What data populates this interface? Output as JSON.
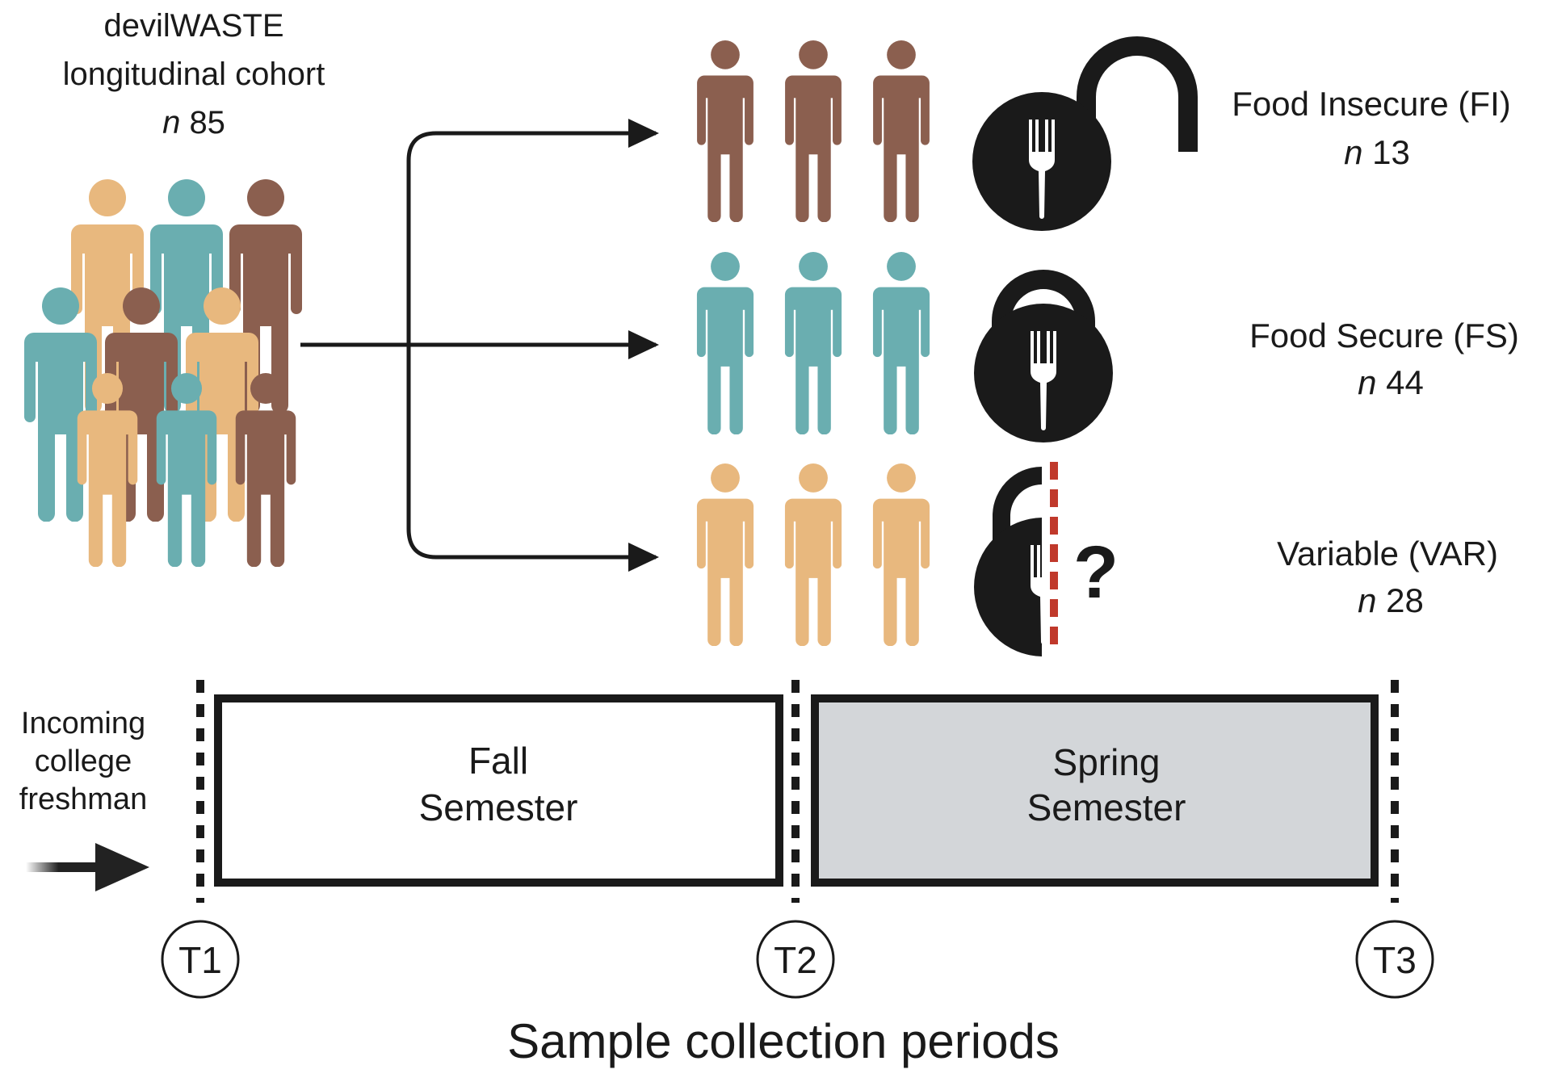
{
  "cohort": {
    "title_line1": "devilWASTE",
    "title_line2": "longitudinal cohort",
    "n_prefix": "n",
    "n_value": "85"
  },
  "groups": [
    {
      "label": "Food Insecure (FI)",
      "n_prefix": "n",
      "n_value": "13",
      "color": "#8b5f4f",
      "lock_state": "open"
    },
    {
      "label": "Food Secure (FS)",
      "n_prefix": "n",
      "n_value": "44",
      "color": "#6aaeb0",
      "lock_state": "closed"
    },
    {
      "label": "Variable (VAR)",
      "n_prefix": "n",
      "n_value": "28",
      "color": "#e8b87e",
      "lock_state": "half-open",
      "marker": "?"
    }
  ],
  "timeline": {
    "entry_lines": [
      "Incoming",
      "college",
      "freshman"
    ],
    "semesters": [
      {
        "line1": "Fall",
        "line2": "Semester",
        "fill": "#ffffff"
      },
      {
        "line1": "Spring",
        "line2": "Semester",
        "fill": "#d3d6d9"
      }
    ],
    "timepoints": [
      "T1",
      "T2",
      "T3"
    ],
    "caption": "Sample collection periods"
  },
  "colors": {
    "brown": "#8b5f4f",
    "teal": "#6aaeb0",
    "tan": "#e8b87e",
    "lock": "#1a1a1a",
    "red_dash": "#c0392b"
  }
}
